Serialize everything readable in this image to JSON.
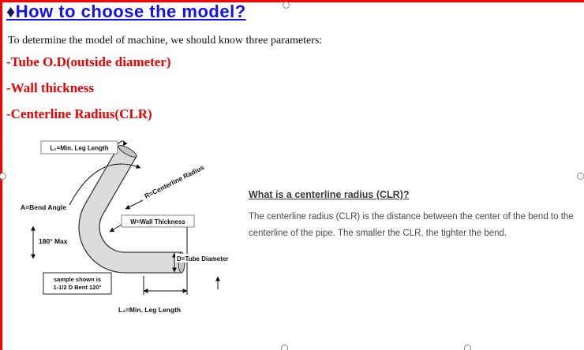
{
  "header": {
    "bullet": "♦",
    "title": "How to choose the model?"
  },
  "intro": "To determine the model of machine, we should know three parameters:",
  "parameters": [
    "-Tube O.D(outside diameter)",
    "-Wall thickness",
    "-Centerline Radius(CLR)"
  ],
  "diagram": {
    "min_leg_top": "L₁=Min. Leg Length",
    "centerline_radius": "R=Centerline Radius",
    "bend_angle": "A=Bend Angle",
    "max_angle": "180° Max",
    "wall_thickness": "W=Wall Thickness",
    "tube_diameter": "D=Tube Diameter",
    "sample_line1": "sample shown is",
    "sample_line2": "1-1/2 D Bent 120°",
    "min_leg_bottom": "L₂=Min. Leg Length"
  },
  "clr_info": {
    "heading": "What is a centerline radius (CLR)?",
    "body": "The centerline radius (CLR) is the distance between the center of the bend to the centerline of the pipe.  The smaller the CLR, the tighter the bend."
  },
  "colors": {
    "title_blue": "#1212ee",
    "param_red": "#ee0000",
    "border_red": "#ff0000",
    "tube_fill": "#dcdcdc"
  }
}
